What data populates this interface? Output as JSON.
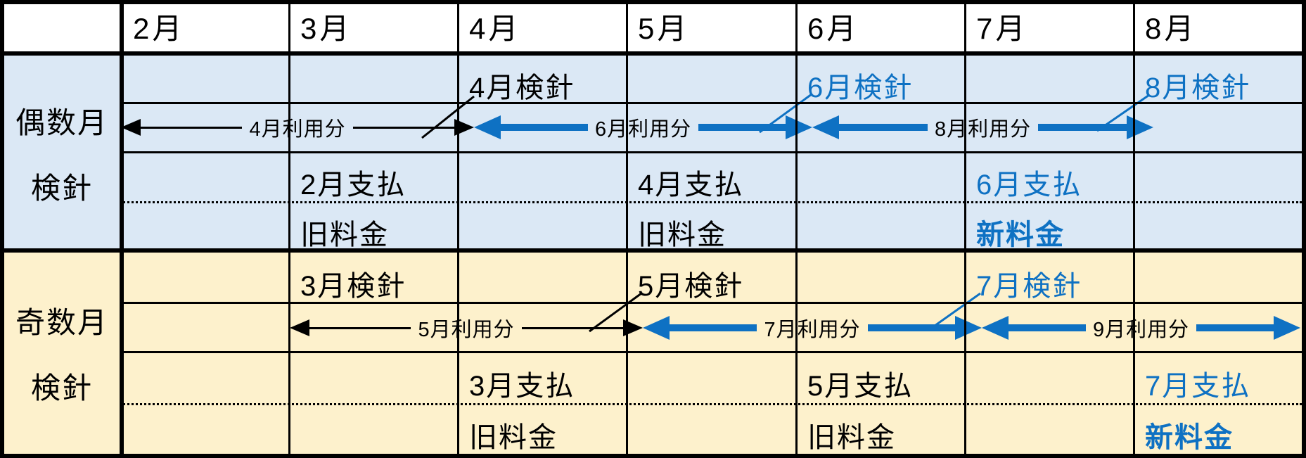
{
  "palette": {
    "accent_blue": "#0e71c3",
    "even_section_bg": "#dbe8f5",
    "odd_section_bg": "#fdf1cc",
    "grid_line": "#000000",
    "header_bg": "#ffffff"
  },
  "header": {
    "months": [
      "2月",
      "3月",
      "4月",
      "5月",
      "6月",
      "7月",
      "8月"
    ]
  },
  "even_section": {
    "label_line1": "偶数月",
    "label_line2": "検針",
    "readings": {
      "apr": "4月検針",
      "jun": "6月検針",
      "aug": "8月検針"
    },
    "usage_arrows": {
      "apr": "4月利用分",
      "jun": "6月利用分",
      "aug": "8月利用分"
    },
    "payments": {
      "feb": "2月支払",
      "apr": "4月支払",
      "jun": "6月支払"
    },
    "fees": {
      "under_mar": "旧料金",
      "under_may": "旧料金",
      "under_jul": "新料金"
    }
  },
  "odd_section": {
    "label_line1": "奇数月",
    "label_line2": "検針",
    "readings": {
      "mar": "3月検針",
      "may": "5月検針",
      "jul": "7月検針"
    },
    "usage_arrows": {
      "may": "5月利用分",
      "jul": "7月利用分",
      "sep": "9月利用分"
    },
    "payments": {
      "mar": "3月支払",
      "may": "5月支払",
      "jul": "7月支払"
    },
    "fees": {
      "under_apr": "旧料金",
      "under_jun": "旧料金",
      "under_aug": "新料金"
    }
  }
}
